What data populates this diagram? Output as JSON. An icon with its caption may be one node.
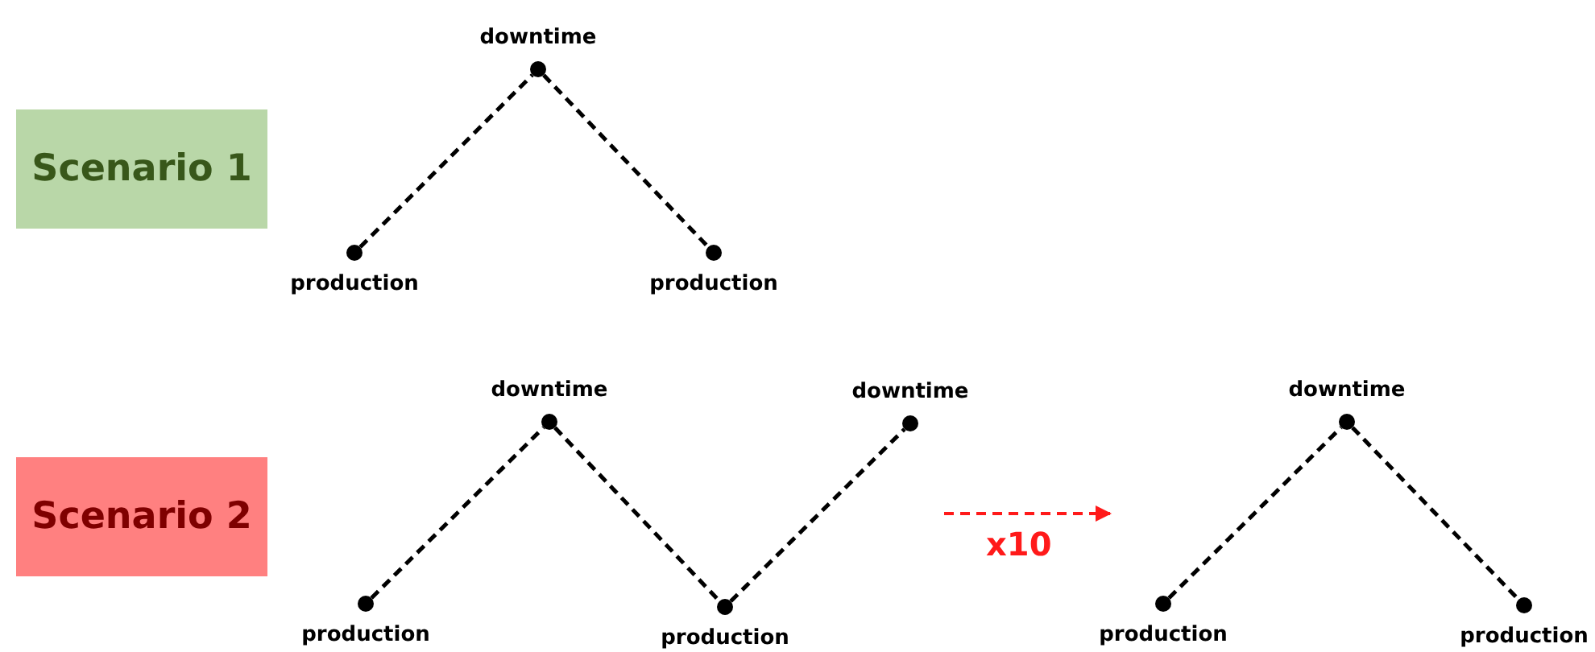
{
  "diagram": {
    "nodes": [
      {
        "text": [
          "Scenario 1"
        ]
      },
      {
        "text": [
          "downtime"
        ]
      },
      {
        "text": [
          "production"
        ]
      },
      {
        "text": [
          "production"
        ]
      },
      {
        "text": [
          "Scenario 2"
        ]
      },
      {
        "text": [
          "production"
        ]
      },
      {
        "text": [
          "downtime"
        ]
      },
      {
        "text": [
          "production"
        ]
      },
      {
        "text": [
          "downtime"
        ]
      },
      {
        "text": [
          "production"
        ]
      },
      {
        "text": [
          "downtime"
        ]
      },
      {
        "text": [
          "production"
        ]
      }
    ],
    "edges": [
      {
        "from": 2,
        "to": 1,
        "arrow": "none",
        "style": "dashed"
      },
      {
        "from": 1,
        "to": 3,
        "arrow": "none",
        "style": "dashed"
      },
      {
        "from": 5,
        "to": 6,
        "arrow": "none",
        "style": "dashed"
      },
      {
        "from": 6,
        "to": 7,
        "arrow": "none",
        "style": "dashed"
      },
      {
        "from": 7,
        "to": 8,
        "arrow": "none",
        "style": "dashed"
      },
      {
        "from": 9,
        "to": 10,
        "arrow": "none",
        "style": "dashed"
      },
      {
        "from": 10,
        "to": 11,
        "arrow": "none",
        "style": "dashed"
      }
    ],
    "labels": [
      "x10"
    ]
  }
}
